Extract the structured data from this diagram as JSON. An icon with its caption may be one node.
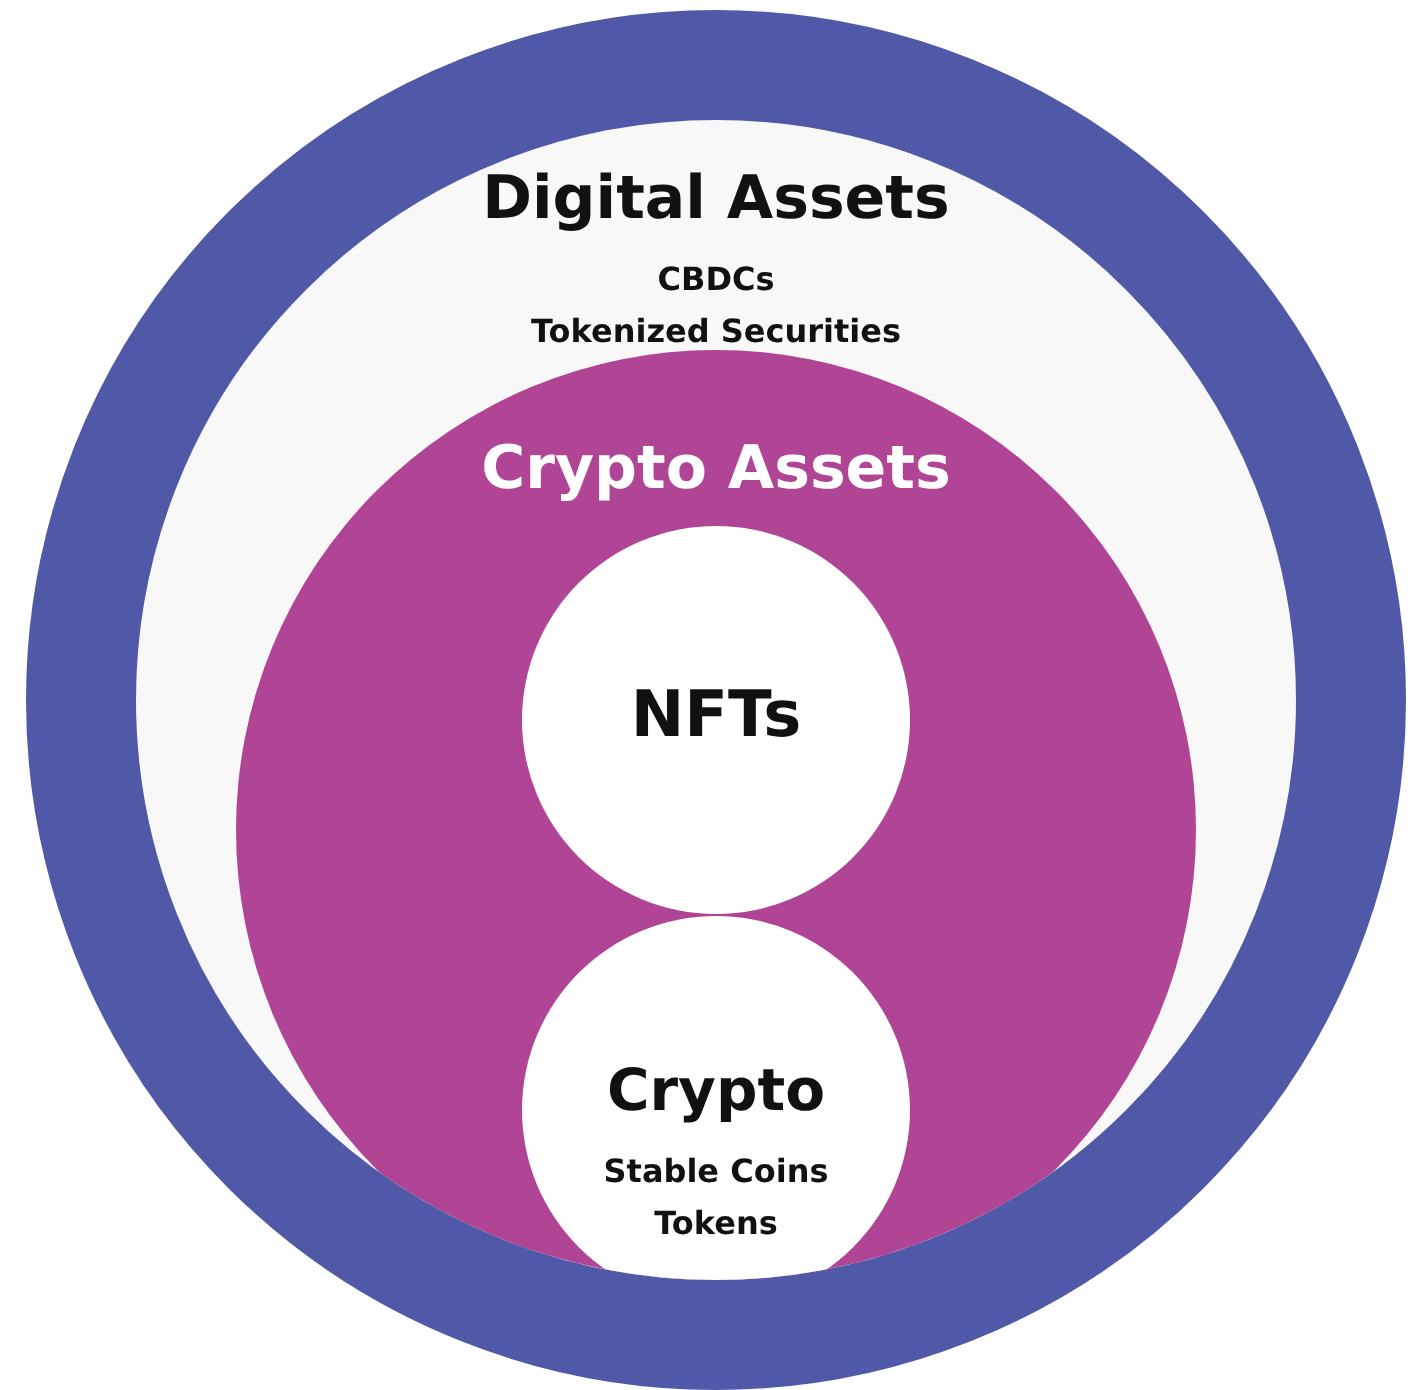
{
  "diagram": {
    "nodes": [
      {
        "text": [
          "Digital Assets",
          "CBDCs",
          "Tokenized Securities"
        ]
      },
      {
        "text": [
          "Crypto Assets"
        ],
        "in": 0
      },
      {
        "text": [
          "NFTs"
        ],
        "in": 1
      },
      {
        "text": [
          "Crypto",
          "Stable Coins",
          "Tokens"
        ],
        "in": 1
      }
    ]
  }
}
